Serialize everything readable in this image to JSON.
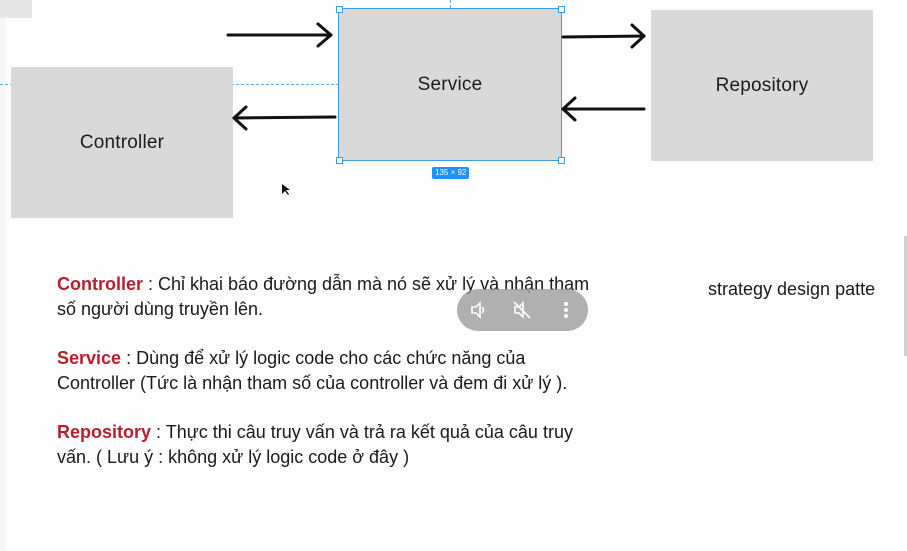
{
  "diagram": {
    "controller_label": "Controller",
    "service_label": "Service",
    "repository_label": "Repository",
    "selection_size": "135 × 92"
  },
  "notes": [
    {
      "term": "Controller",
      "text": " : Chỉ khai báo đường dẫn mà nó sẽ xử lý và nhận tham số người dùng truyền lên."
    },
    {
      "term": "Service",
      "text": " : Dùng để xử lý logic code cho các chức năng của Controller (Tức là nhận tham số của controller và đem đi xử lý )."
    },
    {
      "term": "Repository",
      "text": " : Thực thi câu truy vấn và trả ra kết quả của câu truy vấn. ( Lưu ý : không xử lý logic code ở đây )"
    }
  ],
  "side_note": "strategy design patte",
  "media_controls": {
    "icons": [
      "unmute-icon",
      "mute-icon",
      "more-options-icon"
    ]
  },
  "colors": {
    "box_fill": "#d9d9d9",
    "selection": "#3a9bf0",
    "term_red": "#b5202e"
  }
}
